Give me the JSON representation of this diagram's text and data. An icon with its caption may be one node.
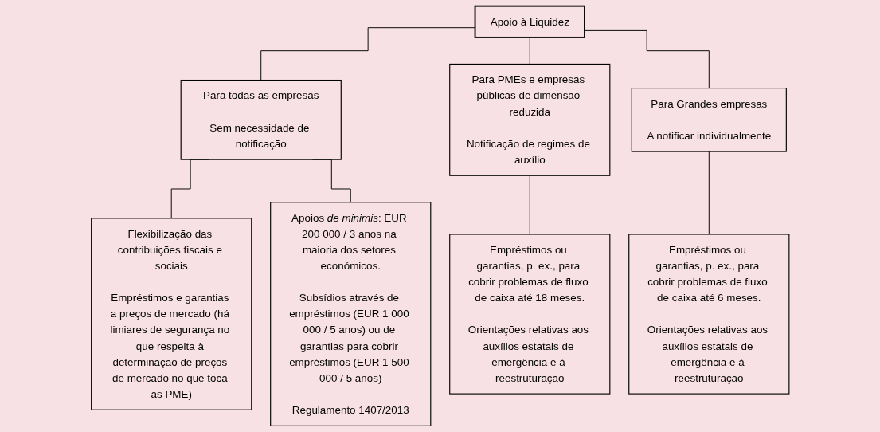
{
  "diagram": {
    "nodes": [
      {
        "text": [
          "Apoio à Liquidez"
        ]
      },
      {
        "text": [
          "Para todas as empresas",
          "Sem necessidade de notificação"
        ]
      },
      {
        "text": [
          "Para PMEs e empresas públicas de dimensão reduzida",
          "Notificação de regimes de auxílio"
        ]
      },
      {
        "text": [
          "Para Grandes empresas",
          "A notificar individualmente"
        ]
      },
      {
        "text": [
          "Flexibilização das contribuições fiscais e sociais",
          "Empréstimos e garantias a preços de mercado (há limiares de segurança no que respeita à determinação de preços de mercado no que toca às PME)"
        ]
      },
      {
        "text": [
          "Apoios *de minimis*: EUR 200 000 / 3 anos na maioria dos setores económicos.",
          "Subsídios através de empréstimos (EUR 1 000 000 / 5 anos) ou de garantias para cobrir empréstimos (EUR 1 500 000 / 5 anos)",
          "Regulamento 1407/2013"
        ]
      },
      {
        "text": [
          "Empréstimos ou garantias, p. ex., para cobrir problemas de fluxo de caixa até 18 meses.",
          "Orientações relativas aos auxílios estatais de emergência e à reestruturação"
        ]
      },
      {
        "text": [
          "Empréstimos ou garantias, p. ex., para cobrir problemas de fluxo de caixa até 6 meses.",
          "Orientações relativas aos auxílios estatais de emergência e à reestruturação"
        ]
      }
    ],
    "edges": [
      {
        "from": 0,
        "to": 1,
        "arrow": "none"
      },
      {
        "from": 0,
        "to": 2,
        "arrow": "none"
      },
      {
        "from": 0,
        "to": 3,
        "arrow": "none"
      },
      {
        "from": 1,
        "to": 4,
        "arrow": "none"
      },
      {
        "from": 1,
        "to": 5,
        "arrow": "none"
      },
      {
        "from": 2,
        "to": 6,
        "arrow": "none"
      },
      {
        "from": 3,
        "to": 7,
        "arrow": "none"
      }
    ]
  }
}
